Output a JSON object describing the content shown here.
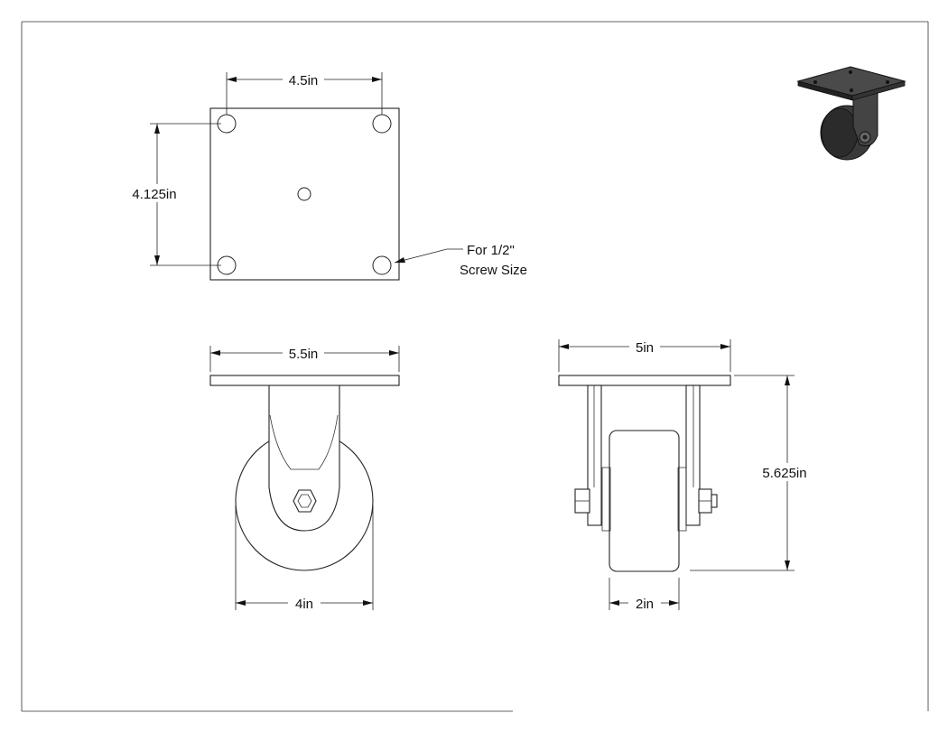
{
  "dimensions": {
    "plate_hole_spacing_width": "4.5in",
    "plate_hole_spacing_height": "4.125in",
    "front_plate_width": "5.5in",
    "wheel_diameter": "4in",
    "side_plate_width": "5in",
    "overall_height": "5.625in",
    "wheel_width": "2in"
  },
  "callout": {
    "line1": "For 1/2\"",
    "line2": "Screw Size"
  },
  "colors": {
    "line": "#222222",
    "background": "#ffffff",
    "thumbnail_dark": "#2b2b2b"
  }
}
